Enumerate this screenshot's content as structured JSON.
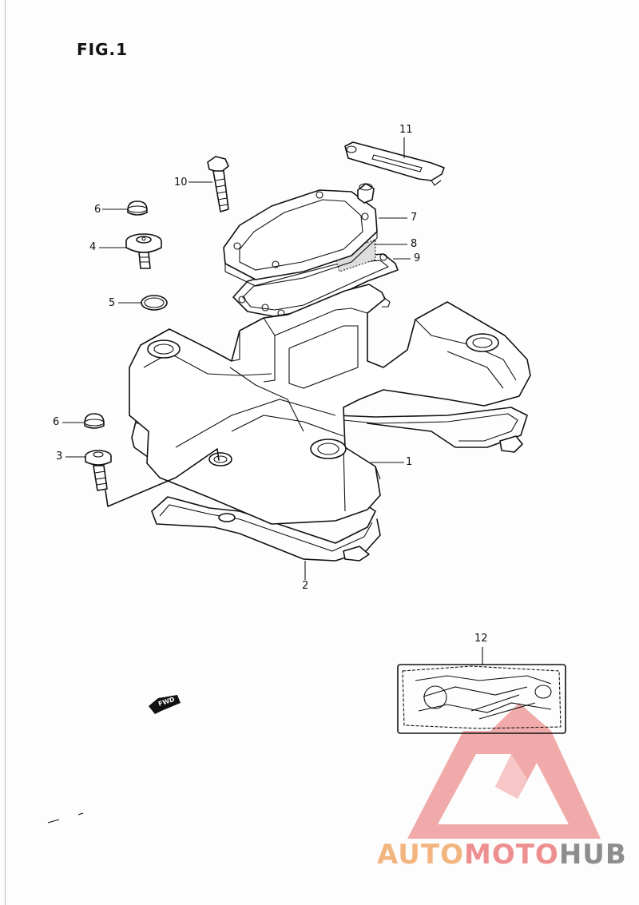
{
  "figure": {
    "title": "FIG.1"
  },
  "callouts": [
    {
      "id": "11",
      "text": "11"
    },
    {
      "id": "10",
      "text": "10"
    },
    {
      "id": "7",
      "text": "7"
    },
    {
      "id": "6a",
      "text": "6"
    },
    {
      "id": "8",
      "text": "8"
    },
    {
      "id": "4",
      "text": "4"
    },
    {
      "id": "9",
      "text": "9"
    },
    {
      "id": "5",
      "text": "5"
    },
    {
      "id": "6b",
      "text": "6"
    },
    {
      "id": "1",
      "text": "1"
    },
    {
      "id": "3",
      "text": "3"
    },
    {
      "id": "2",
      "text": "2"
    },
    {
      "id": "12",
      "text": "12"
    }
  ],
  "fwd_marker": {
    "text": "FWD"
  },
  "watermark": {
    "part1": "AUTO",
    "part2": "MOTO",
    "part3": "HUB",
    "colors": [
      "#f3b57f",
      "#ee8f8f",
      "#8d8d8d"
    ]
  }
}
